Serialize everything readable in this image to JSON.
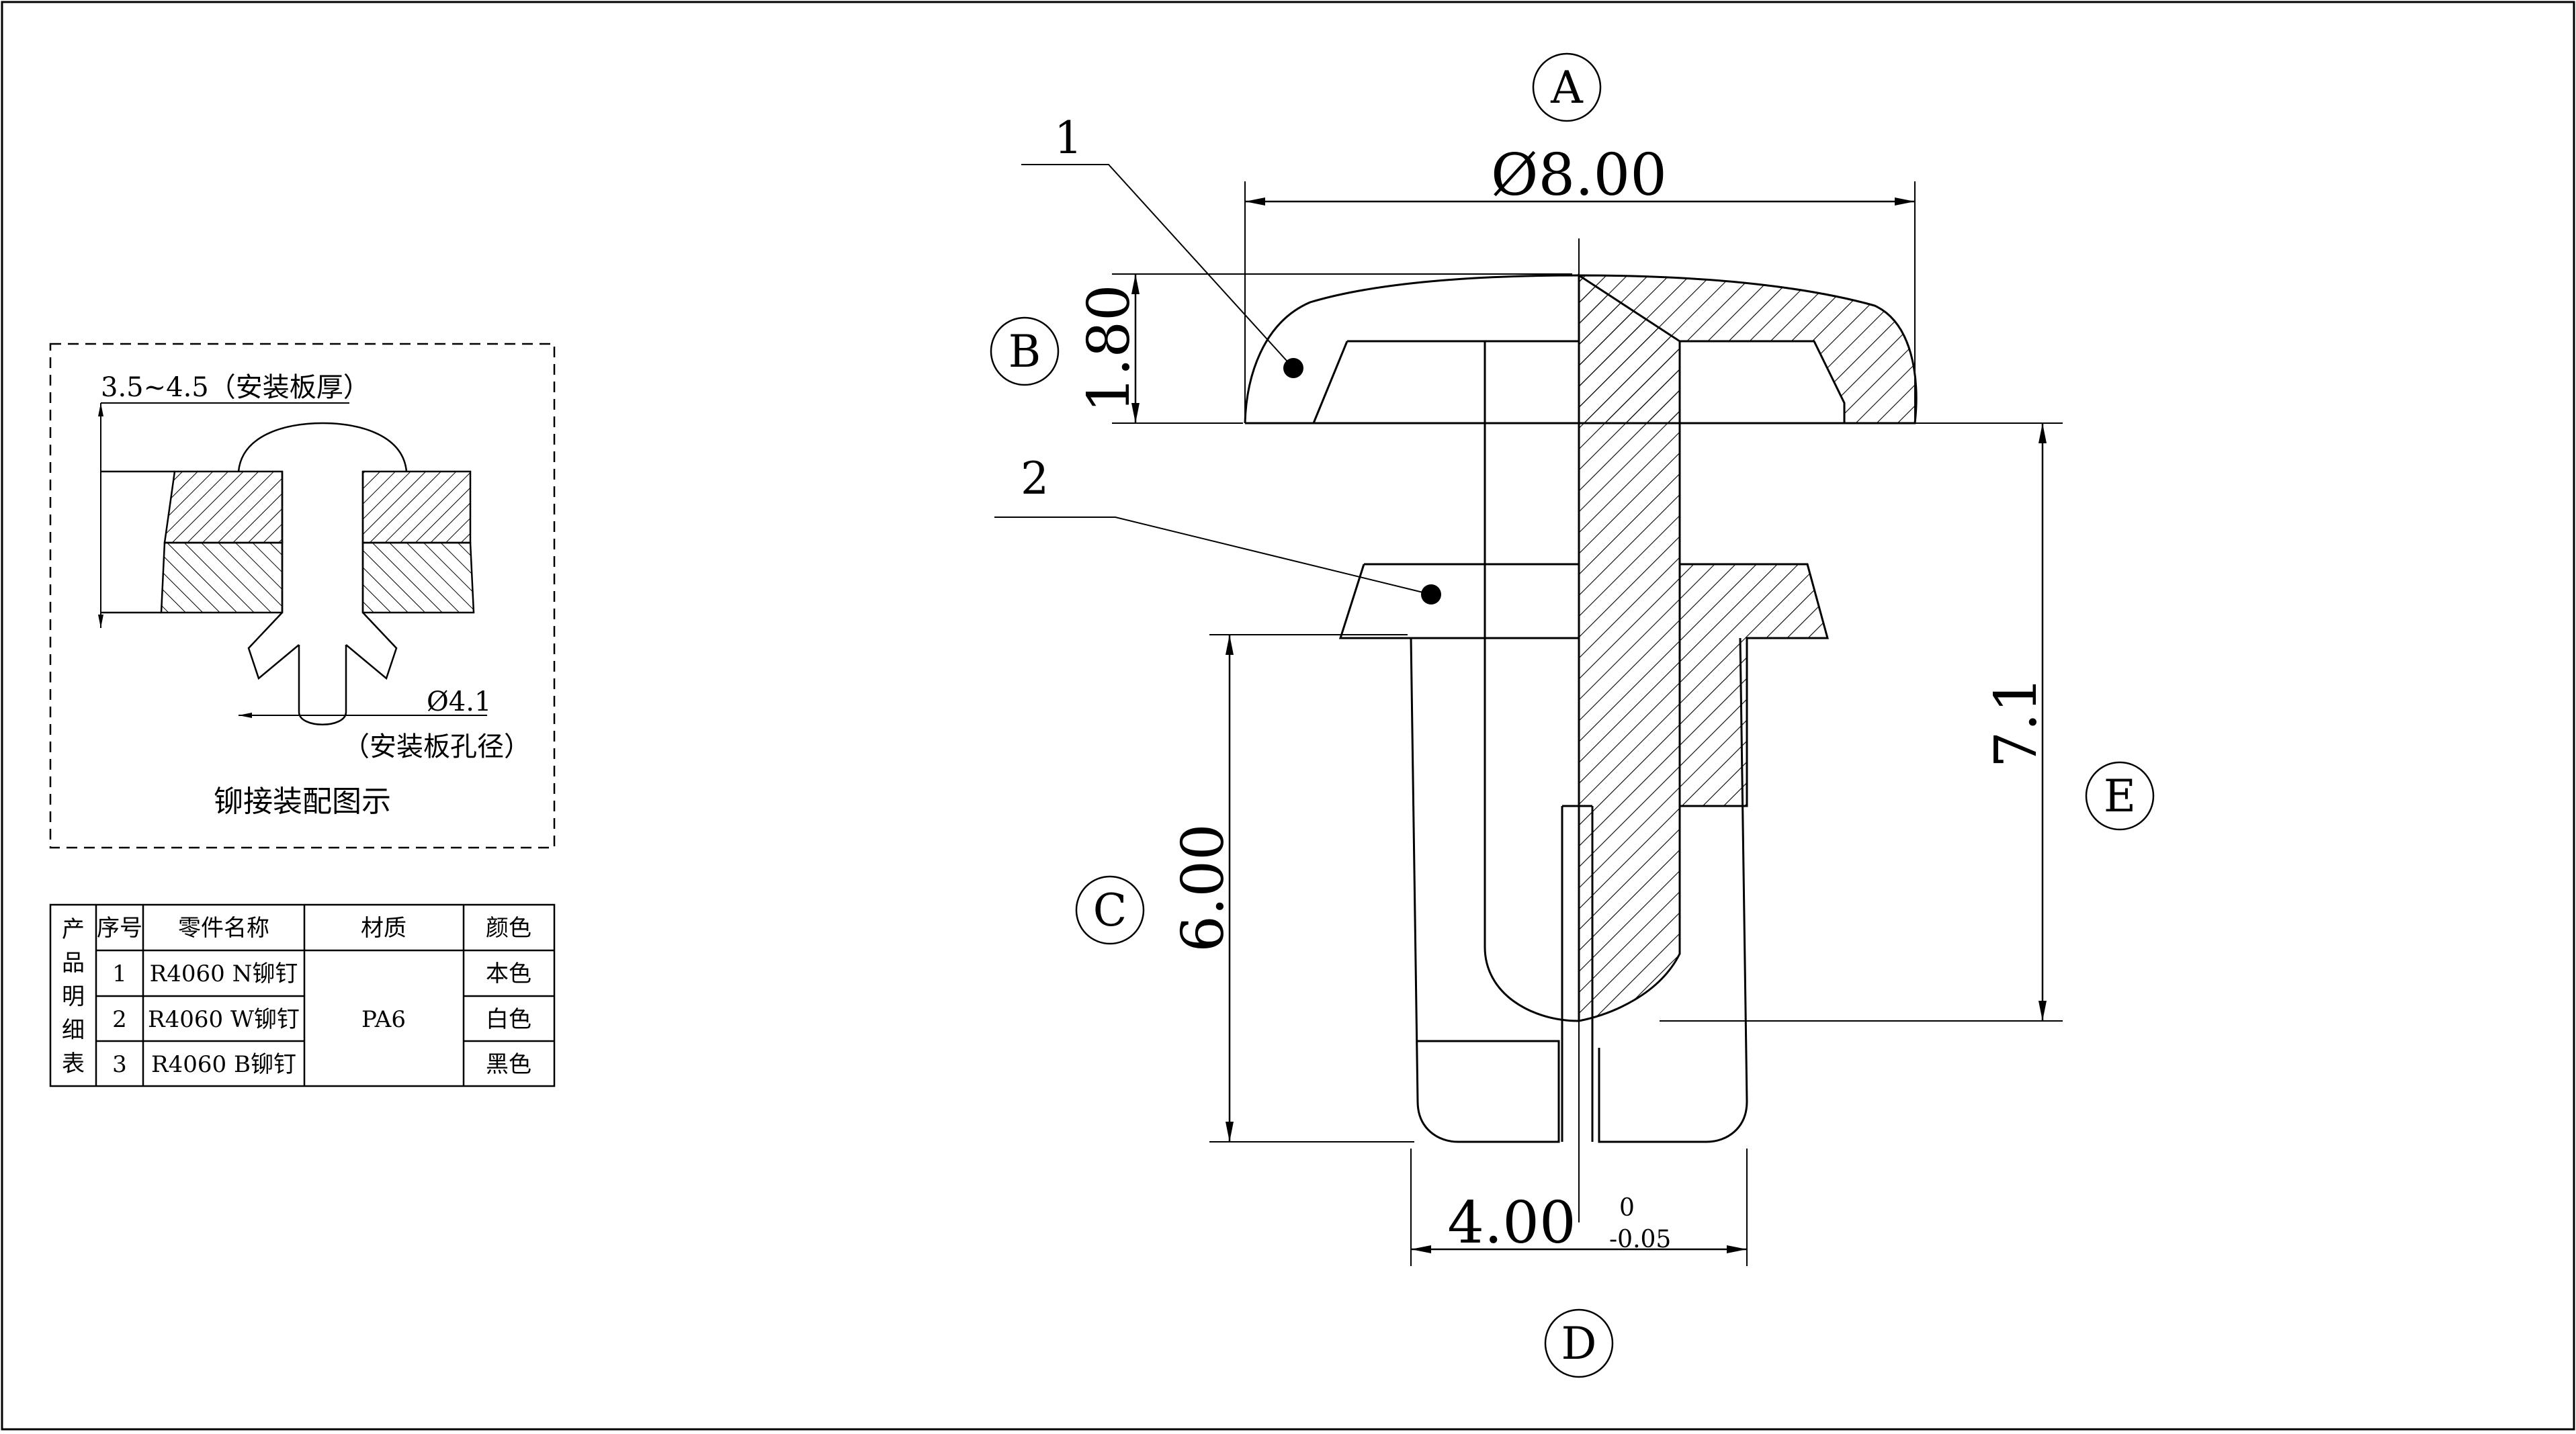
{
  "main_view": {
    "dims": {
      "head_diameter": "Ø8.00",
      "head_height": "1.80",
      "overall_length": "7.1",
      "leg_length": "6.00",
      "shank_diameter": "4.00",
      "tol_upper": "0",
      "tol_lower": "-0.05"
    },
    "views": {
      "A": "A",
      "B": "B",
      "C": "C",
      "D": "D",
      "E": "E"
    },
    "parts": {
      "p1": "1",
      "p2": "2"
    }
  },
  "assembly": {
    "thickness_note": "3.5~4.5（安装板厚）",
    "hole_dim": "Ø4.1",
    "hole_note": "（安装板孔径）",
    "caption": "铆接装配图示"
  },
  "bom": {
    "side_label": [
      "产",
      "品",
      "明",
      "细",
      "表"
    ],
    "headers": {
      "seq": "序号",
      "name": "零件名称",
      "material": "材质",
      "color": "颜色"
    },
    "material": "PA6",
    "rows": [
      {
        "seq": "1",
        "name": "R4060 N铆钉",
        "color": "本色"
      },
      {
        "seq": "2",
        "name": "R4060 W铆钉",
        "color": "白色"
      },
      {
        "seq": "3",
        "name": "R4060 B铆钉",
        "color": "黑色"
      }
    ]
  }
}
